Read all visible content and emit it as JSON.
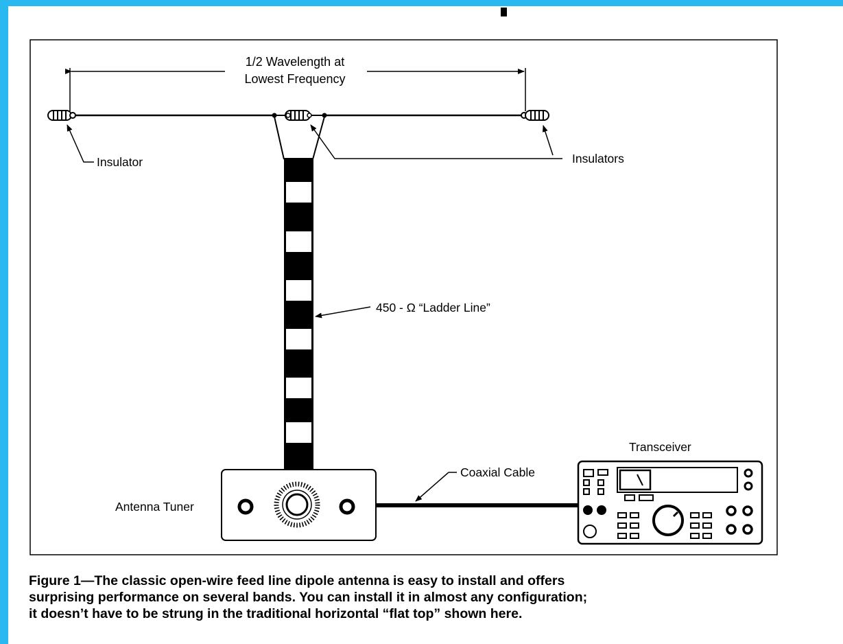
{
  "diagram": {
    "wavelength_label_line1": "1/2 Wavelength at",
    "wavelength_label_line2": "Lowest Frequency",
    "insulator_left_label": "Insulator",
    "insulators_label": "Insulators",
    "ladder_line_label": "450 - Ω “Ladder Line”",
    "antenna_tuner_label": "Antenna Tuner",
    "coaxial_cable_label": "Coaxial Cable",
    "transceiver_label": "Transceiver"
  },
  "caption": {
    "line1": "Figure 1—The classic open-wire feed line dipole antenna is easy to install and offers",
    "line2": "surprising performance on several bands. You can install it in almost any configuration;",
    "line3": "it doesn’t have to be strung in the traditional horizontal “flat top” shown here."
  }
}
